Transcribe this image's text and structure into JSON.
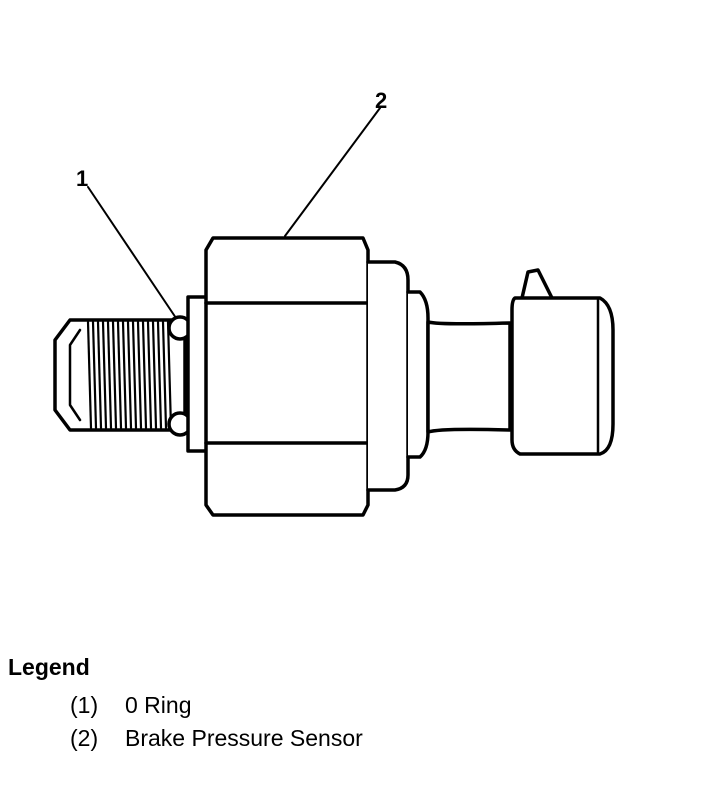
{
  "callouts": [
    {
      "number": "1"
    },
    {
      "number": "2"
    }
  ],
  "legend": {
    "title": "Legend",
    "items": [
      {
        "num": "(1)",
        "text": "0 Ring"
      },
      {
        "num": "(2)",
        "text": "Brake Pressure Sensor"
      }
    ]
  }
}
